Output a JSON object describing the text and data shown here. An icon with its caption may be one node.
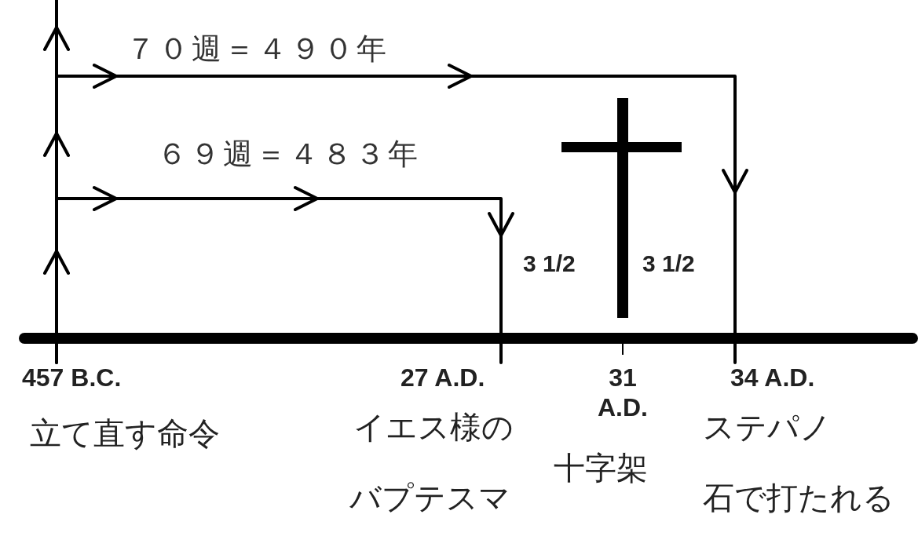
{
  "diagram": {
    "nodes": [
      {
        "text": [
          "457 B.C.",
          "立て直す命令"
        ]
      },
      {
        "text": [
          "27 A.D.",
          "イエス様の",
          "バプテスマ"
        ]
      },
      {
        "text": [
          "31 A.D.",
          "十字架"
        ]
      },
      {
        "text": [
          "34 A.D.",
          "ステパノ",
          "石で打たれる"
        ]
      }
    ],
    "edges": [
      {
        "from": 0,
        "to": 3,
        "arrow": "to",
        "label": "７０週＝４９０年"
      },
      {
        "from": 0,
        "to": 1,
        "arrow": "to",
        "label": "６９週＝４８３年"
      }
    ],
    "labels": [
      "3 1/2",
      "3 1/2"
    ]
  }
}
